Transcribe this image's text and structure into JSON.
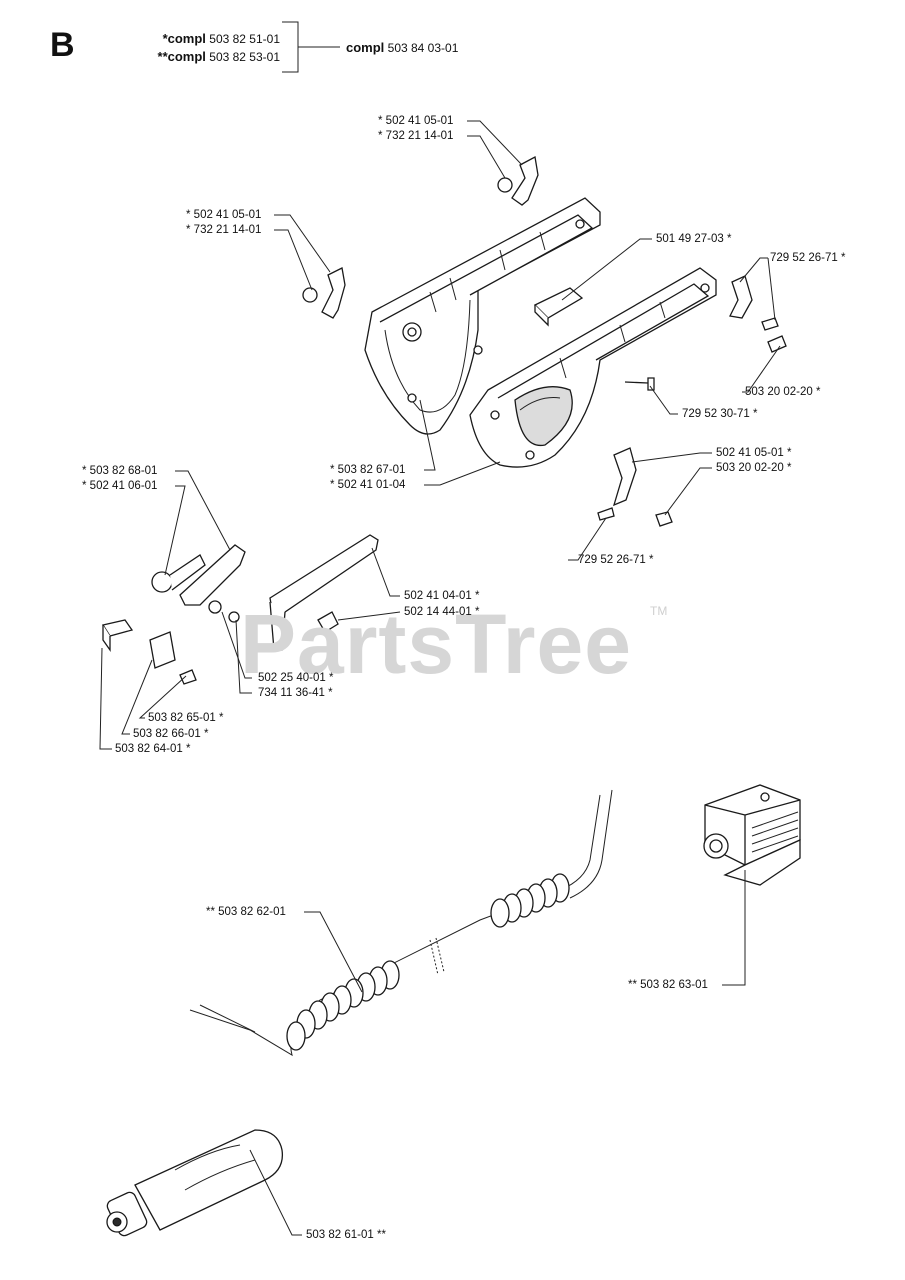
{
  "section_letter": "B",
  "header": {
    "compl1_prefix": "*compl",
    "compl1_num": "503 82 51-01",
    "compl2_prefix": "**compl",
    "compl2_num": "503 82 53-01",
    "compl3_prefix": "compl",
    "compl3_num": "503 84 03-01"
  },
  "watermark": {
    "text": "PartsTree",
    "tm": "TM"
  },
  "labels": [
    {
      "id": "l1",
      "text": "* 502 41 05-01"
    },
    {
      "id": "l2",
      "text": "* 732 21 14-01"
    },
    {
      "id": "l3",
      "text": "* 502 41 05-01"
    },
    {
      "id": "l4",
      "text": "* 732 21 14-01"
    },
    {
      "id": "l5",
      "text": "501 49 27-03 *"
    },
    {
      "id": "l6",
      "text": "729 52 26-71 *"
    },
    {
      "id": "l7",
      "text": "503 20 02-20 *"
    },
    {
      "id": "l8",
      "text": "729 52 30-71 *"
    },
    {
      "id": "l9",
      "text": "* 503 82 67-01"
    },
    {
      "id": "l10",
      "text": "* 502 41 01-04"
    },
    {
      "id": "l11",
      "text": "502 41 05-01 *"
    },
    {
      "id": "l12",
      "text": "503 20 02-20 *"
    },
    {
      "id": "l13",
      "text": "729 52 26-71 *"
    },
    {
      "id": "l14",
      "text": "* 503 82 68-01"
    },
    {
      "id": "l15",
      "text": "* 502 41 06-01"
    },
    {
      "id": "l16",
      "text": "502 41 04-01 *"
    },
    {
      "id": "l17",
      "text": "502 14 44-01 *"
    },
    {
      "id": "l18",
      "text": "502 25 40-01 *"
    },
    {
      "id": "l19",
      "text": "734 11 36-41 *"
    },
    {
      "id": "l20",
      "text": "503 82 65-01 *"
    },
    {
      "id": "l21",
      "text": "503 82 66-01 *"
    },
    {
      "id": "l22",
      "text": "503 82 64-01 *"
    },
    {
      "id": "l23",
      "text": "** 503 82 62-01"
    },
    {
      "id": "l24",
      "text": "** 503 82 63-01"
    },
    {
      "id": "l25",
      "text": "503 82 61-01 **"
    }
  ]
}
